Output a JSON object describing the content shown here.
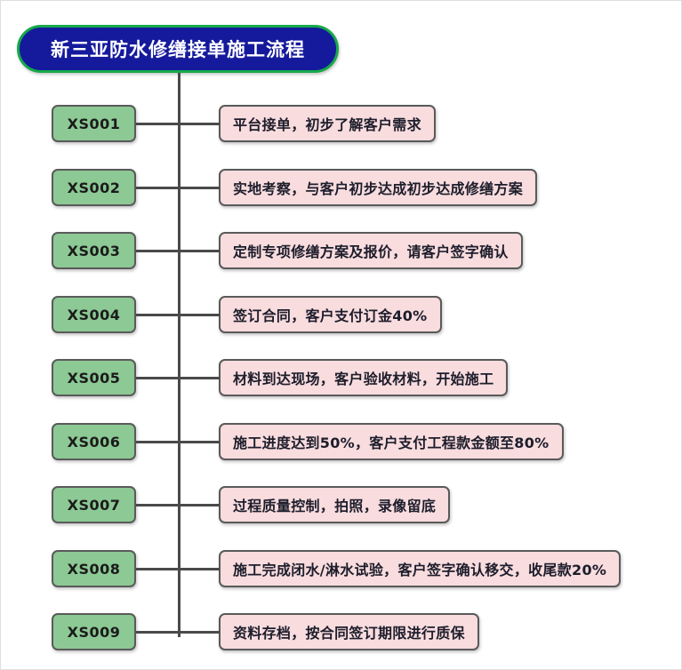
{
  "diagram": {
    "title": "新三亚防水修缮接单施工流程",
    "colors": {
      "title_fill": "#151A9C",
      "title_border": "#16A94A",
      "title_text": "#FFFFFF",
      "code_fill": "#8CC994",
      "desc_fill": "#F8DCDE",
      "box_border": "#5A5A5A",
      "connector": "#4A4A4A"
    },
    "steps": [
      {
        "code": "XS001",
        "desc": "平台接单，初步了解客户需求"
      },
      {
        "code": "XS002",
        "desc": "实地考察，与客户初步达成初步达成修缮方案"
      },
      {
        "code": "XS003",
        "desc": "定制专项修缮方案及报价，请客户签字确认"
      },
      {
        "code": "XS004",
        "desc": "签订合同，客户支付订金40%"
      },
      {
        "code": "XS005",
        "desc": "材料到达现场，客户验收材料，开始施工"
      },
      {
        "code": "XS006",
        "desc": "施工进度达到50%，客户支付工程款金额至80%"
      },
      {
        "code": "XS007",
        "desc": "过程质量控制，拍照，录像留底"
      },
      {
        "code": "XS008",
        "desc": "施工完成闭水/淋水试验，客户签字确认移交，收尾款20%"
      },
      {
        "code": "XS009",
        "desc": "资料存档，按合同签订期限进行质保"
      }
    ]
  }
}
